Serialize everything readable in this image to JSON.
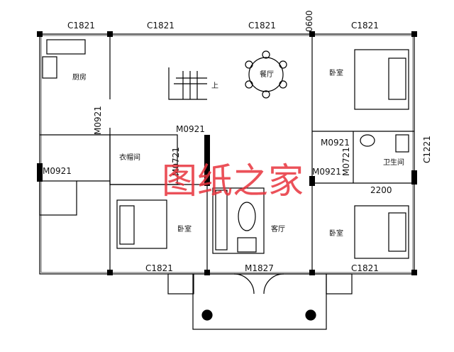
{
  "plan": {
    "window_labels": {
      "top_left": "C1821",
      "top_mid_left": "C1821",
      "top_mid_right": "C1821",
      "top_right": "C1821",
      "top_small": "0600",
      "bottom_left": "C1821",
      "bottom_right": "C1821",
      "right_side": "C1221"
    },
    "door_labels": {
      "left_upper": "M0921",
      "left_lower": "M0921",
      "center_storage": "M0921",
      "storage_side": "M0721",
      "right_bedroom": "M0921",
      "bath_door": "M0721",
      "center_lower": "M0921",
      "main_entrance": "M1827"
    },
    "dimension_label": "2200",
    "rooms": {
      "kitchen": "厨房",
      "dining": "餐厅",
      "bedroom_top_right": "卧室",
      "storage": "衣帽间",
      "bathroom": "卫生间",
      "living": "客厅",
      "bedroom_bottom_left": "卧室",
      "bedroom_bottom_right": "卧室"
    },
    "stair_label": "上",
    "watermark": "图纸之家"
  }
}
